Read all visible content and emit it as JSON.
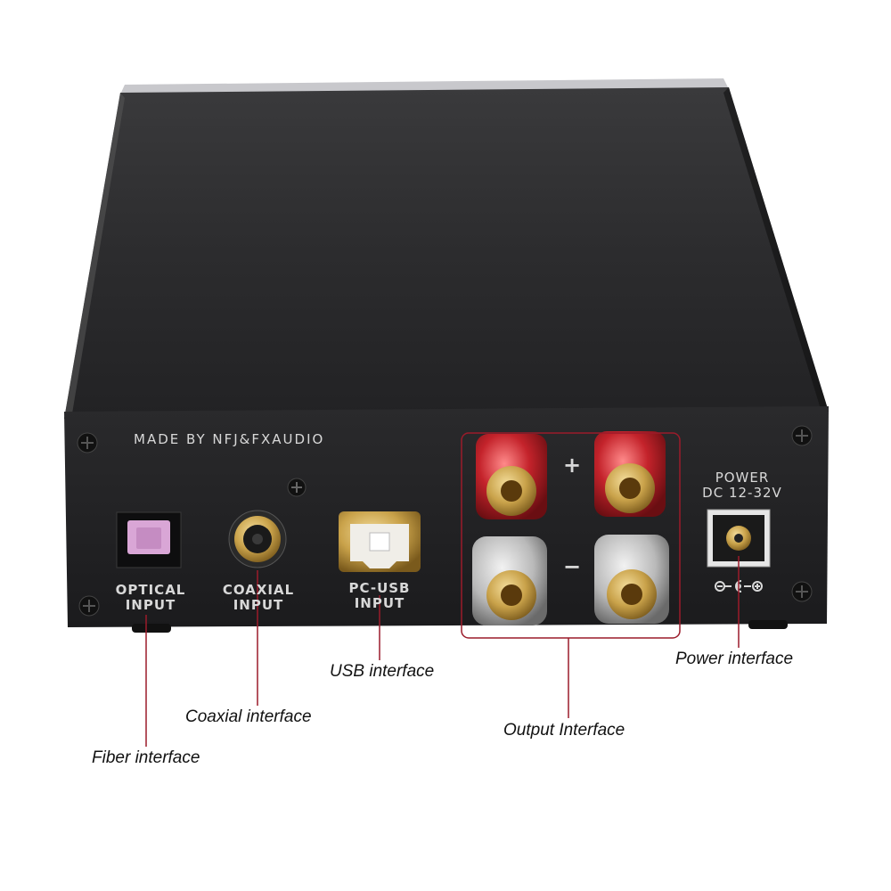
{
  "device": {
    "brand_text": "MADE BY NFJ&FXAUDIO",
    "ports": [
      {
        "line1": "OPTICAL",
        "line2": "INPUT"
      },
      {
        "line1": "COAXIAL",
        "line2": "INPUT"
      },
      {
        "line1": "PC-USB",
        "line2": "INPUT"
      }
    ],
    "power": {
      "line1": "POWER",
      "line2": "DC 12-32V"
    },
    "polarity": {
      "plus": "+",
      "minus": "−"
    }
  },
  "callouts": {
    "fiber": "Fiber interface",
    "coaxial": "Coaxial interface",
    "usb": "USB interface",
    "output": "Output Interface",
    "power": "Power interface"
  },
  "colors": {
    "callout_line": "#9b1b2a",
    "optical_port": "#d9a6d6",
    "binding_post_red": "#c4232b",
    "gold": "#c9a24a"
  }
}
